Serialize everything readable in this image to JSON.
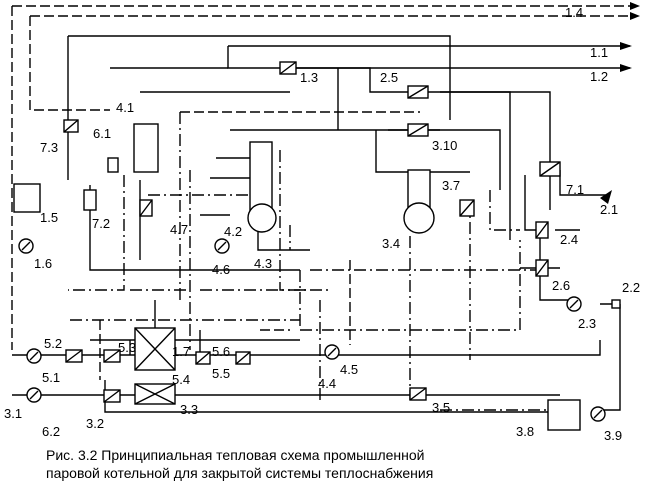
{
  "labels": {
    "l_1_4": "1.4",
    "l_1_1": "1.1",
    "l_1_2": "1.2",
    "l_1_3": "1.3",
    "l_2_5": "2.5",
    "l_4_1": "4.1",
    "l_6_1": "6.1",
    "l_7_3": "7.3",
    "l_3_10": "3.10",
    "l_3_7": "3.7",
    "l_7_1": "7.1",
    "l_2_1": "2.1",
    "l_1_5": "1.5",
    "l_7_2": "7.2",
    "l_4_7": "4.7",
    "l_4_2": "4.2",
    "l_3_4": "3.4",
    "l_2_4": "2.4",
    "l_1_6": "1.6",
    "l_4_6": "4.6",
    "l_4_3": "4.3",
    "l_2_6": "2.6",
    "l_2_2": "2.2",
    "l_2_3": "2.3",
    "l_5_2": "5.2",
    "l_5_3": "5.3",
    "l_1_7": "1.7",
    "l_5_6": "5.6",
    "l_5_1": "5.1",
    "l_5_4": "5.4",
    "l_5_5": "5.5",
    "l_4_5": "4.5",
    "l_4_4": "4.4",
    "l_3_1": "3.1",
    "l_3_2": "3.2",
    "l_3_3": "3.3",
    "l_3_5": "3.5",
    "l_6_2": "6.2",
    "l_3_8": "3.8",
    "l_3_9": "3.9"
  },
  "caption": {
    "line1": "Рис. 3.2    Принципиальная тепловая схема промышленной",
    "line2": "паровой котельной для закрытой системы теплоснабжения"
  }
}
